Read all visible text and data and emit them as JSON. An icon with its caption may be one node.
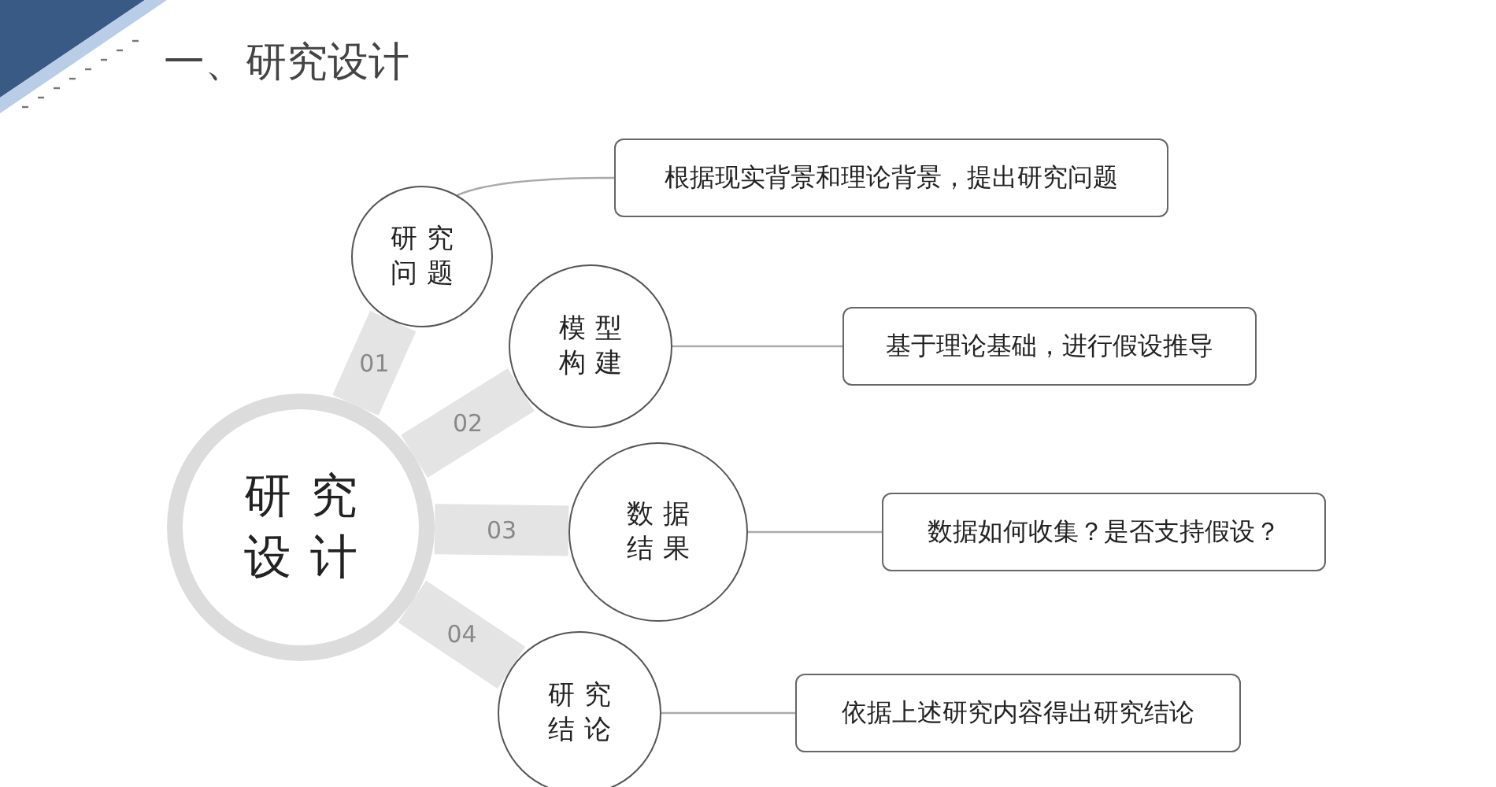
{
  "diagram": {
    "title": "一、研究设计",
    "nodes": [
      {
        "text": [
          "研究设计"
        ]
      },
      {
        "text": [
          "研究问题"
        ]
      },
      {
        "text": [
          "模型构建"
        ]
      },
      {
        "text": [
          "数据结果"
        ]
      },
      {
        "text": [
          "研究结论"
        ]
      },
      {
        "text": [
          "根据现实背景和理论背景，提出研究问题"
        ]
      },
      {
        "text": [
          "基于理论基础，进行假设推导"
        ]
      },
      {
        "text": [
          "数据如何收集？是否支持假设？"
        ]
      },
      {
        "text": [
          "依据上述研究内容得出研究结论"
        ]
      }
    ],
    "edges": [
      {
        "from": 0,
        "to": 1,
        "arrow": "none",
        "label": "01",
        "style": "thick",
        "color": "#e4e4e4"
      },
      {
        "from": 0,
        "to": 2,
        "arrow": "none",
        "label": "02",
        "style": "thick",
        "color": "#e4e4e4"
      },
      {
        "from": 0,
        "to": 3,
        "arrow": "none",
        "label": "03",
        "style": "thick",
        "color": "#e4e4e4"
      },
      {
        "from": 0,
        "to": 4,
        "arrow": "none",
        "label": "04",
        "style": "thick",
        "color": "#e4e4e4"
      },
      {
        "from": 1,
        "to": 5,
        "arrow": "none"
      },
      {
        "from": 2,
        "to": 6,
        "arrow": "none"
      },
      {
        "from": 3,
        "to": 7,
        "arrow": "none"
      },
      {
        "from": 4,
        "to": 8,
        "arrow": "none"
      }
    ]
  }
}
